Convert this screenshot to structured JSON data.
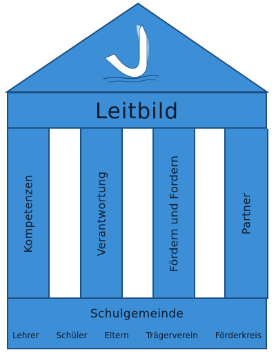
{
  "header": {
    "title": "Leitbild"
  },
  "pillars": [
    {
      "label": "Kompetenzen"
    },
    {
      "label": "Verantwortung"
    },
    {
      "label": "Fördern und Fordern"
    },
    {
      "label": "Partner"
    }
  ],
  "foundation": {
    "title": "Schulgemeinde",
    "members": [
      "Lehrer",
      "Schüler",
      "Eltern",
      "Trägerverein",
      "Förderkreis"
    ]
  },
  "colors": {
    "fill": "#3c8ed6",
    "outline": "#1d4f82",
    "text": "#0c1b2c",
    "logo_light": "#cfe3f5",
    "logo_white": "#ffffff"
  },
  "icons": {
    "roof_logo": "school-logo-icon"
  }
}
